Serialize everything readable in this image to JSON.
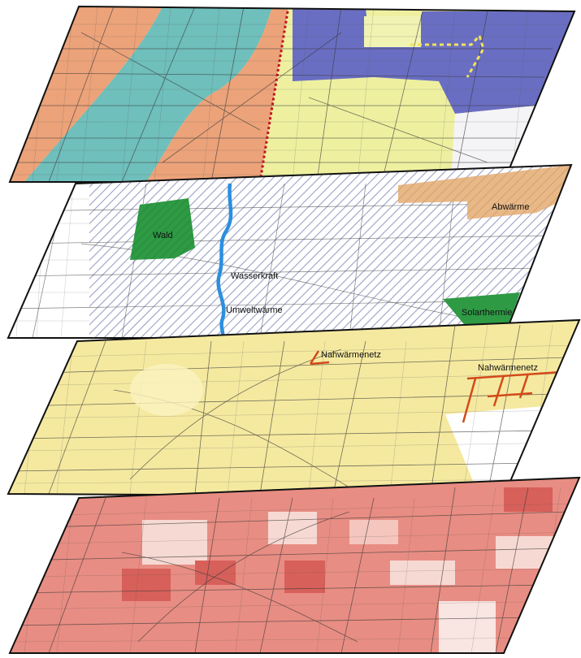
{
  "layers": [
    {
      "id": "zones",
      "colors": {
        "orange": "#eca37a",
        "teal": "#6fbfbc",
        "blue": "#6a6ec2",
        "yellow": "#eef0a0",
        "white": "#f4f4f6",
        "border_red": "#c0121f",
        "border_yellow": "#f0e35a"
      }
    },
    {
      "id": "resources",
      "labels": {
        "wald": "Wald",
        "abwaerme": "Abwärme",
        "wasserkraft": "Wasserkraft",
        "umweltwaerme": "Umweltwärme",
        "solarthermie": "Solarthermie"
      },
      "colors": {
        "hatch": "#9aa0c6",
        "forest": "#2e9a44",
        "river": "#2b8fe0",
        "abwaerme": "#e8b887"
      }
    },
    {
      "id": "heat-networks",
      "labels": {
        "nahwaermenetz_1": "Nahwärmenetz",
        "nahwaermenetz_2": "Nahwärmenetz"
      },
      "colors": {
        "base": "#f5e9a0",
        "network": "#d24a1a"
      }
    },
    {
      "id": "heat-demand",
      "colors": {
        "base": "#e88d83",
        "light": "#f7d9d3",
        "dark": "#d8605a"
      }
    }
  ]
}
